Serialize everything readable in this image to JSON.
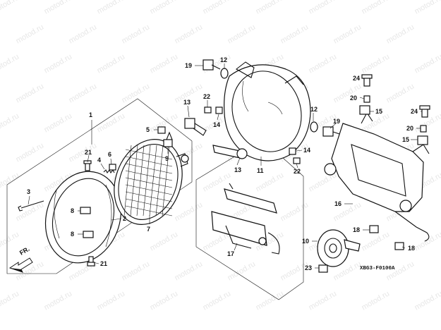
{
  "watermark": "motod.ru",
  "diagram_code": "XBG3-F0100A",
  "direction_label": "FR.",
  "part_labels": {
    "p1": "1",
    "p2": "2",
    "p3": "3",
    "p4": "4",
    "p5": "5",
    "p6": "6",
    "p7": "7",
    "p8a": "8",
    "p8b": "8",
    "p9": "9",
    "p10": "10",
    "p11": "11",
    "p12a": "12",
    "p12b": "12",
    "p13a": "13",
    "p13b": "13",
    "p14a": "14",
    "p14b": "14",
    "p15a": "15",
    "p15b": "15",
    "p16": "16",
    "p17": "17",
    "p18a": "18",
    "p18b": "18",
    "p19a": "19",
    "p19b": "19",
    "p20a": "20",
    "p20b": "20",
    "p21a": "21",
    "p21b": "21",
    "p22a": "22",
    "p22b": "22",
    "p23": "23",
    "p24a": "24",
    "p24b": "24"
  }
}
